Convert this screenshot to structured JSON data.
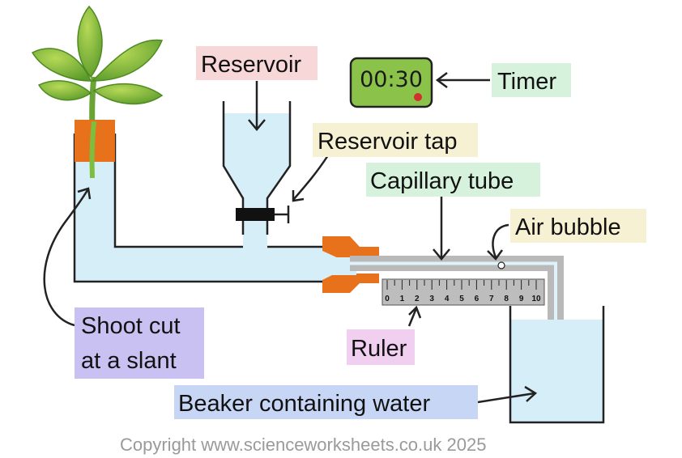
{
  "labels": {
    "reservoir": "Reservoir",
    "timer": "Timer",
    "reservoir_tap": "Reservoir tap",
    "capillary_tube": "Capillary tube",
    "air_bubble": "Air bubble",
    "shoot_line1": "Shoot cut",
    "shoot_line2": "at a slant",
    "ruler": "Ruler",
    "beaker": "Beaker containing water"
  },
  "timer": {
    "display": "00:30"
  },
  "ruler": {
    "ticks": [
      "0",
      "1",
      "2",
      "3",
      "4",
      "5",
      "6",
      "7",
      "8",
      "9",
      "10"
    ]
  },
  "copyright": "Copyright www.scienceworksheets.co.uk 2025",
  "colors": {
    "water": "#d6eef8",
    "outline": "#222222",
    "stopper": "#e8711c",
    "timer_body": "#8bc34a",
    "timer_dot": "#d32f2f",
    "label_reservoir": "#f7d7d7",
    "label_timer": "#d6f2dc",
    "label_tap": "#f6f1d3",
    "label_capillary": "#d6f2dc",
    "label_bubble": "#f6f1d3",
    "label_shoot": "#c9c1f2",
    "label_ruler": "#f0cff0",
    "label_beaker": "#c8d6f6",
    "leaf": "#7cb342"
  }
}
